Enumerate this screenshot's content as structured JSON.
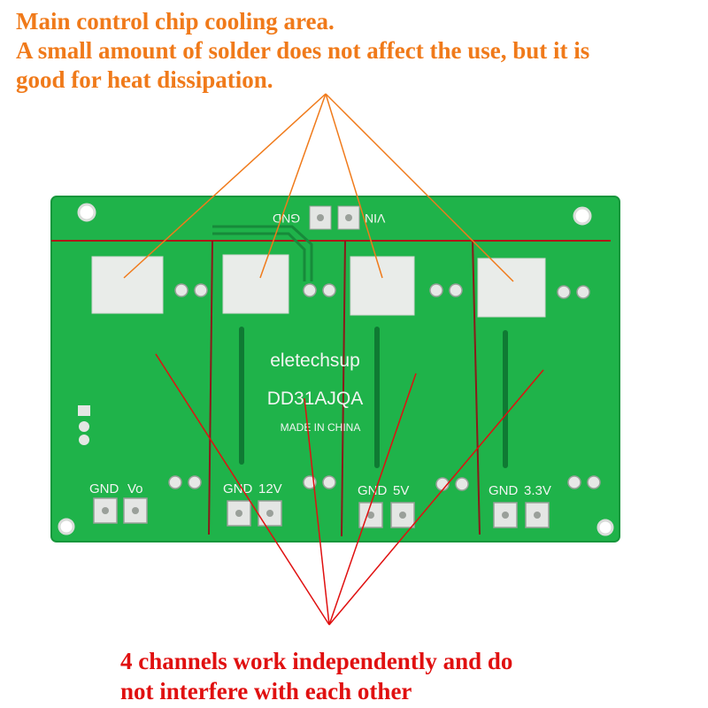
{
  "annotations": {
    "top_line1": "Main control chip cooling area.",
    "top_line2": "A small amount of solder does not affect the use, but it is",
    "top_line3": "good for heat dissipation.",
    "bottom_line1": "4 channels work independently and do",
    "bottom_line2": "not interfere with each other"
  },
  "board": {
    "brand": "eletechsup",
    "model": "DD31AJQA",
    "origin": "MADE IN CHINA",
    "input_gnd": "GND",
    "input_vin": "VIN",
    "channels": [
      {
        "gnd": "GND",
        "output": "Vo"
      },
      {
        "gnd": "GND",
        "output": "12V"
      },
      {
        "gnd": "GND",
        "output": "5V"
      },
      {
        "gnd": "GND",
        "output": "3.3V"
      }
    ]
  },
  "colors": {
    "pcb_green": "#1fb34a",
    "annotation_orange": "#f07a1a",
    "annotation_red": "#e01010",
    "divider_red": "#b01818"
  }
}
